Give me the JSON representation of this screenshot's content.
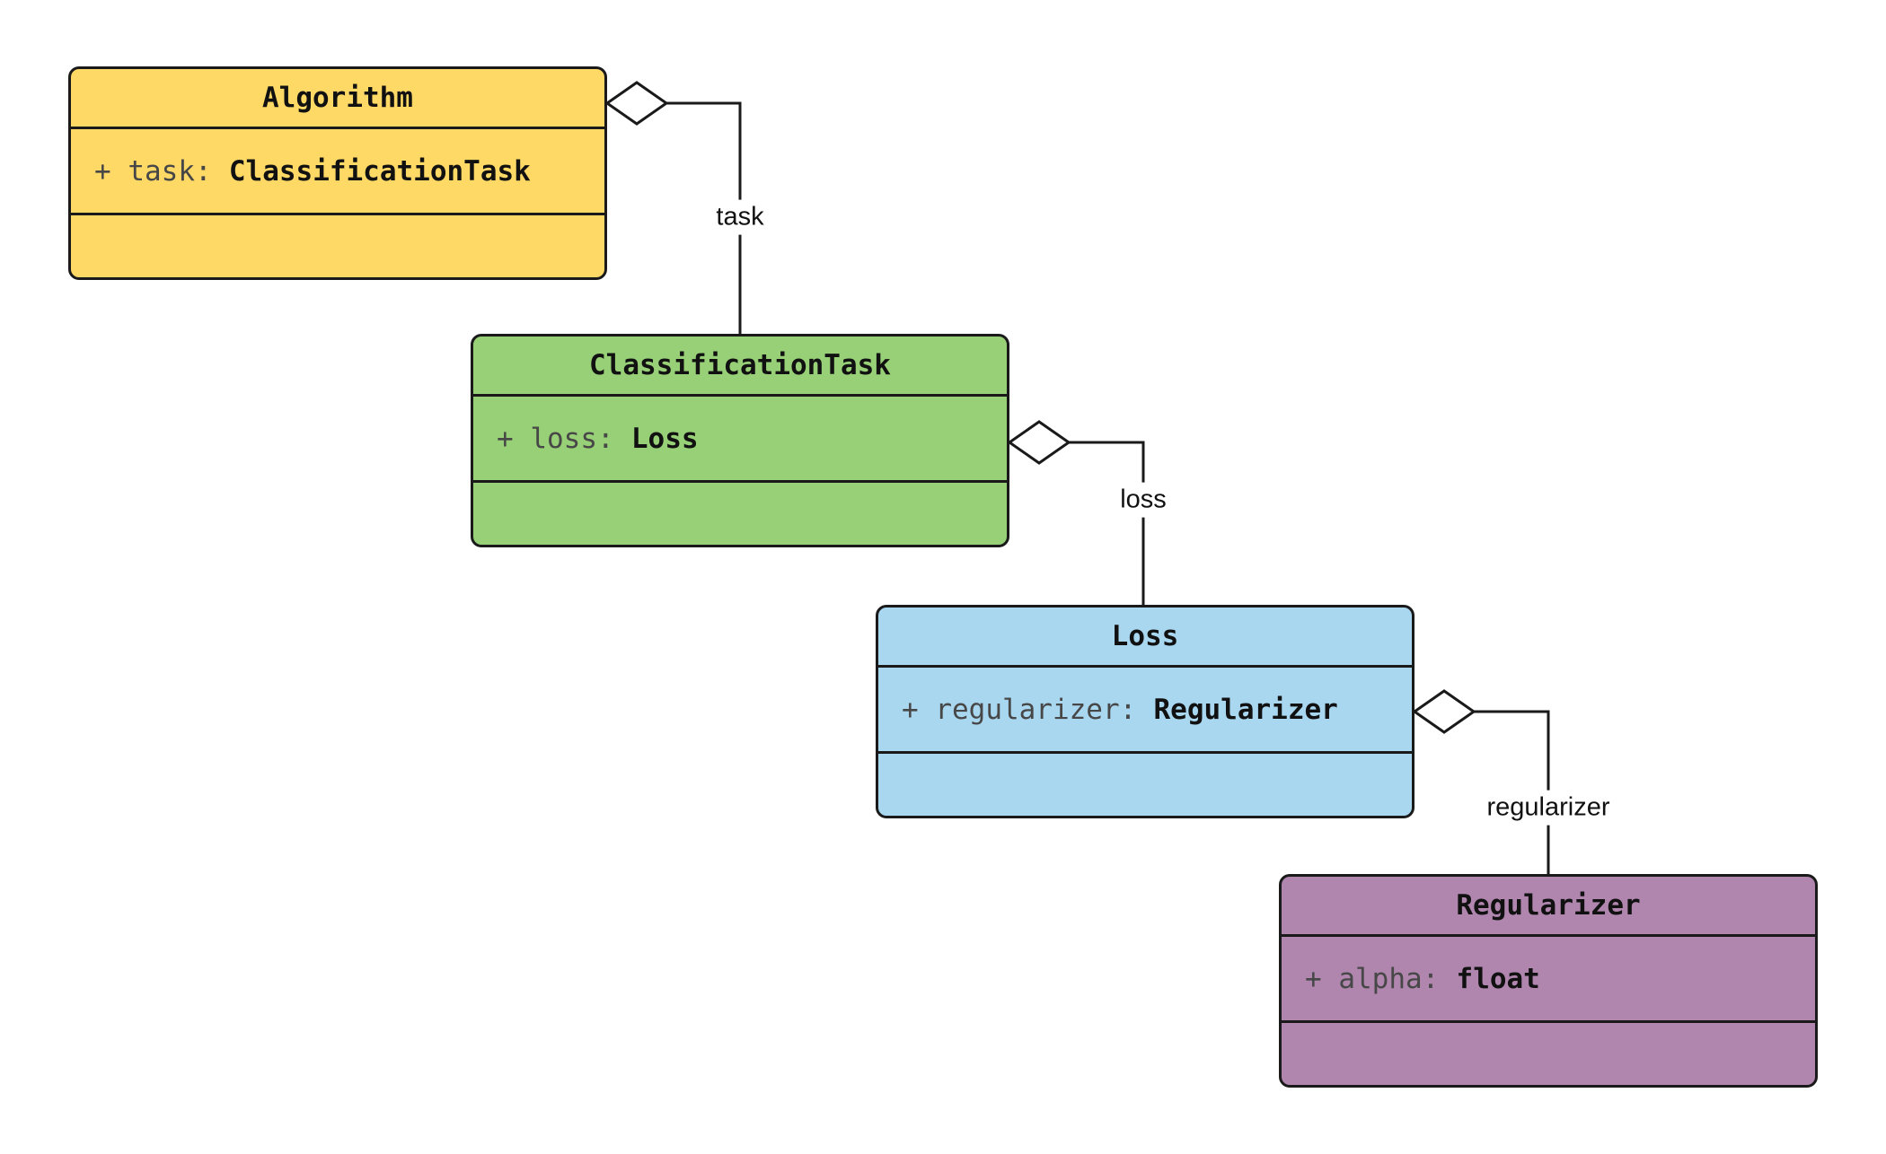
{
  "diagram": {
    "kind": "uml-class-diagram",
    "classes": [
      {
        "name": "Algorithm",
        "attribute": {
          "prefix": "+ task:",
          "type": "ClassificationTask"
        },
        "fill": "#FFD966"
      },
      {
        "name": "ClassificationTask",
        "attribute": {
          "prefix": "+ loss:",
          "type": "Loss"
        },
        "fill": "#97D077"
      },
      {
        "name": "Loss",
        "attribute": {
          "prefix": "+ regularizer:",
          "type": "Regularizer"
        },
        "fill": "#A9D7F0"
      },
      {
        "name": "Regularizer",
        "attribute": {
          "prefix": "+ alpha:",
          "type": "float"
        },
        "fill": "#B086AF"
      }
    ],
    "relations": [
      {
        "from": "Algorithm",
        "to": "ClassificationTask",
        "label": "task",
        "kind": "aggregation"
      },
      {
        "from": "ClassificationTask",
        "to": "Loss",
        "label": "loss",
        "kind": "aggregation"
      },
      {
        "from": "Loss",
        "to": "Regularizer",
        "label": "regularizer",
        "kind": "aggregation"
      }
    ],
    "colors": {
      "line": "#1a1a1a",
      "diamond_fill": "#ffffff",
      "text": "#111111",
      "attr_prefix_text": "#474747",
      "background": "#ffffff"
    }
  }
}
